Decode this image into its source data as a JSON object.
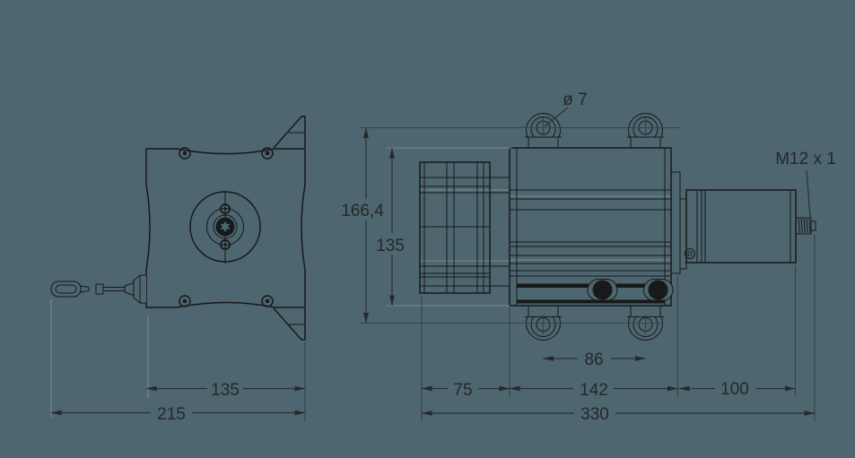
{
  "drawing": {
    "type": "technical-dimension-drawing",
    "subject": "draw-wire sensor, front view and side view"
  },
  "colors": {
    "background": "#4d666f",
    "line": "#17191a",
    "dimension_line": "#2b3134",
    "muted_line": "#7b8b92",
    "text": "#24282a"
  },
  "annotations": {
    "hole_diameter": "ø 7",
    "connector_thread": "M12 x 1"
  },
  "dimensions_mm": {
    "front_body_width": "135",
    "front_overall_width": "215",
    "overall_height": "166,4",
    "body_height": "135",
    "bracket_depth": "75",
    "body_length": "142",
    "encoder_length": "100",
    "overall_length": "330",
    "foot_hole_spacing": "86"
  }
}
